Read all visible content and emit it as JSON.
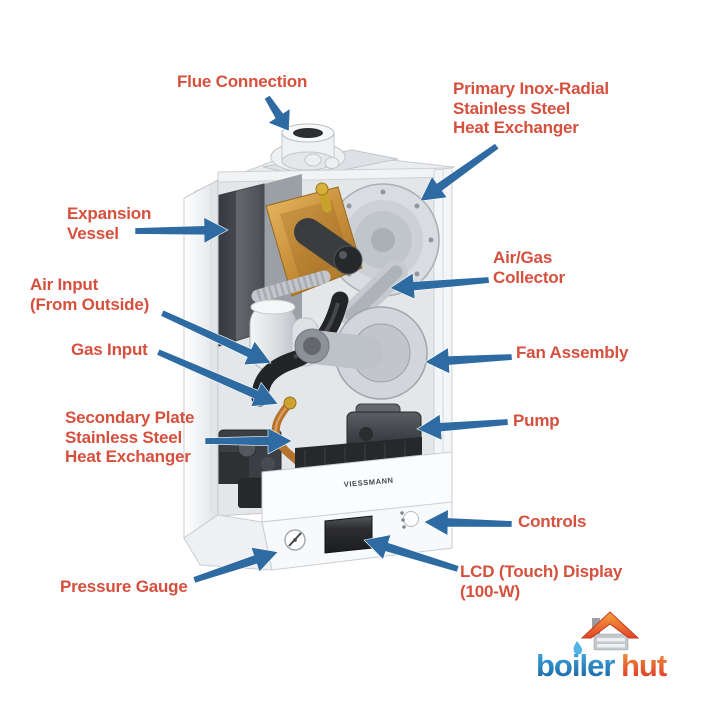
{
  "diagram": {
    "subject": "boiler-cutaway",
    "labels": {
      "flue": {
        "text": "Flue Connection"
      },
      "primary_hx": {
        "text": "Primary Inox-Radial\nStainless Steel\nHeat Exchanger"
      },
      "expansion": {
        "text": "Expansion\nVessel"
      },
      "air_gas": {
        "text": "Air/Gas\nCollector"
      },
      "air_input": {
        "text": "Air Input\n(From Outside)"
      },
      "gas_input": {
        "text": "Gas Input"
      },
      "fan": {
        "text": "Fan Assembly"
      },
      "secondary_hx": {
        "text": "Secondary Plate\nStainless Steel\nHeat Exchanger"
      },
      "pump": {
        "text": "Pump"
      },
      "controls": {
        "text": "Controls"
      },
      "lcd": {
        "text": "LCD (Touch) Display\n(100-W)"
      },
      "pressure": {
        "text": "Pressure Gauge"
      }
    }
  },
  "boiler": {
    "brand_text": "VIESSMANN"
  },
  "logo": {
    "word1": "boiler",
    "word2": "hut"
  },
  "colors": {
    "label_text": "#d6503e",
    "arrow": "#2e6ba3",
    "logo_blue_top": "#45b1e8",
    "logo_blue_bottom": "#155d9e",
    "logo_orange_top": "#f09a3e",
    "logo_orange_bottom": "#dd2f28",
    "roof_orange": "#f6a23c",
    "brand_text_color": "#46474a"
  }
}
